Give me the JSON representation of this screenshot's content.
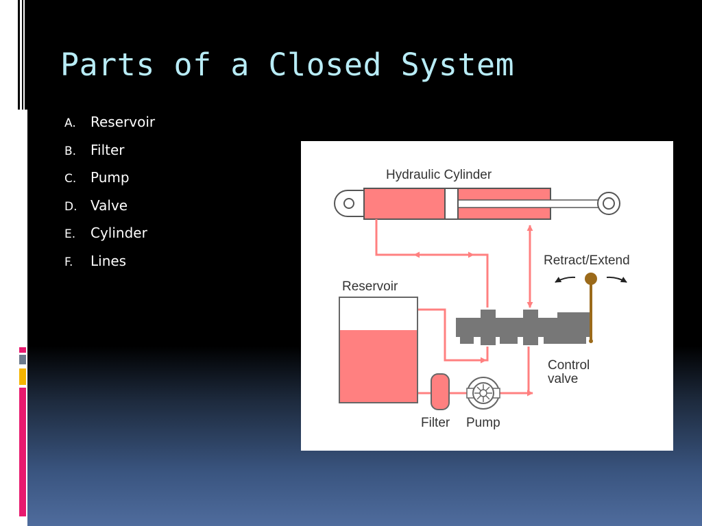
{
  "slide": {
    "title": "Parts of a Closed System",
    "items": [
      {
        "letter": "A.",
        "text": "Reservoir"
      },
      {
        "letter": "B.",
        "text": "Filter"
      },
      {
        "letter": "C.",
        "text": "Pump"
      },
      {
        "letter": "D.",
        "text": "Valve"
      },
      {
        "letter": "E.",
        "text": "Cylinder"
      },
      {
        "letter": "F.",
        "text": "Lines"
      }
    ]
  },
  "diagram": {
    "cylinder_label": "Hydraulic Cylinder",
    "retract_label": "Retract/Extend",
    "reservoir_label": "Reservoir",
    "control_label_1": "Control",
    "control_label_2": "valve",
    "filter_label": "Filter",
    "pump_label": "Pump"
  },
  "colors": {
    "title": "#b8ecf6",
    "fluid": "#ff8080",
    "lever": "#9b6a1a",
    "valve": "#777777",
    "accent_pink": "#e8196e",
    "accent_gray": "#6c7a8c",
    "accent_yellow": "#f5b400"
  }
}
